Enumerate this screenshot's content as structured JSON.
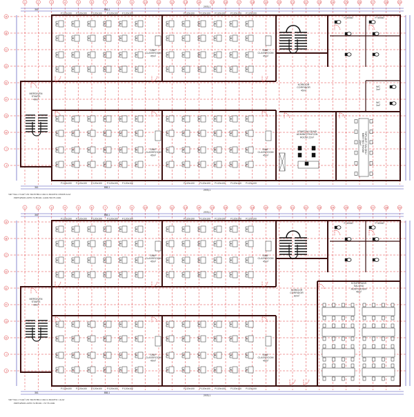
{
  "colors": {
    "wall": "#3a0d0d",
    "grid": "#e0383b",
    "dimension": "#3b3bb0",
    "furniture": "#222222"
  },
  "grid": {
    "columns": [
      "1",
      "2",
      "3",
      "4",
      "5",
      "6",
      "7",
      "8",
      "9",
      "10",
      "11",
      "12",
      "13",
      "14",
      "15",
      "16",
      "17",
      "18",
      "19",
      "20",
      "21",
      "22",
      "23",
      "24",
      "25",
      "26",
      "27",
      "28",
      "29"
    ],
    "rows": [
      "A",
      "B",
      "C",
      "D",
      "E",
      "F",
      "G",
      "H",
      "I",
      "J"
    ]
  },
  "dimensions": {
    "left": "361",
    "classrooms": "888,1",
    "total": "2978,1",
    "window": "P.120x100",
    "wc_window": "P. 60x60"
  },
  "plans": [
    {
      "caption_line1": "560+564=1724m² ON TIKETHILI OKUL PROJESI ZEMIN KAT",
      "caption_line2": "PREFABRICATED SCHOOL GROUND FLOOR",
      "rooms": {
        "classroom": [
          "SINIF",
          "CLASSROOM",
          "45m²"
        ],
        "stairs": [
          "MERDIVEN",
          "STAIRS",
          "40m²"
        ],
        "corridor": [
          "KORIDOR",
          "CORRIDOR",
          "45m²"
        ],
        "admin": [
          "YÖNETIM ODASI",
          "ADMINISTRATION",
          "ROOM 22m²"
        ],
        "meeting": [
          "TOPLANTI SALONU",
          "MEETING ROOM",
          "28m²"
        ],
        "wc": [
          "WC",
          "3m²"
        ]
      }
    },
    {
      "caption_line1": "560+564=1724m² ON TIKETHILI OKUL PROJESI 1.KAT",
      "caption_line2": "PREFABRICATED SCHOOL 1ST FLOOR",
      "rooms": {
        "classroom": [
          "SINIF",
          "CLASSROOM",
          "45m²"
        ],
        "stairs": [
          "MERDIVEN",
          "STAIRS",
          "40m²"
        ],
        "corridor": [
          "KORIDOR",
          "CORRIDOR",
          "82m²"
        ],
        "conference": [
          "KONFERANS",
          "SALONU",
          "AUDITORIUM",
          "46m²"
        ]
      }
    }
  ]
}
